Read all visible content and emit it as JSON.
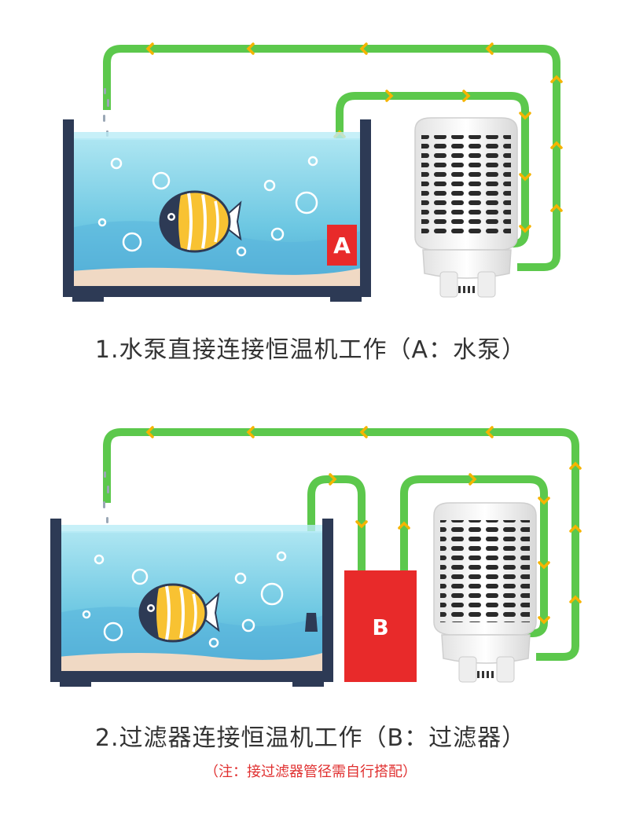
{
  "panel1": {
    "caption": "1.水泵直接连接恒温机工作（A：水泵）",
    "pump_label": "A"
  },
  "panel2": {
    "caption": "2.过滤器连接恒温机工作（B：过滤器）",
    "filter_label": "B",
    "note": "（注：接过滤器管径需自行搭配）"
  },
  "colors": {
    "pipe": "#5cc84c",
    "arrow": "#f5b400",
    "device_red": "#e82a2a",
    "tank_frame": "#2d3a55",
    "water": "#7fd0e6",
    "sand": "#f0d9c4"
  }
}
